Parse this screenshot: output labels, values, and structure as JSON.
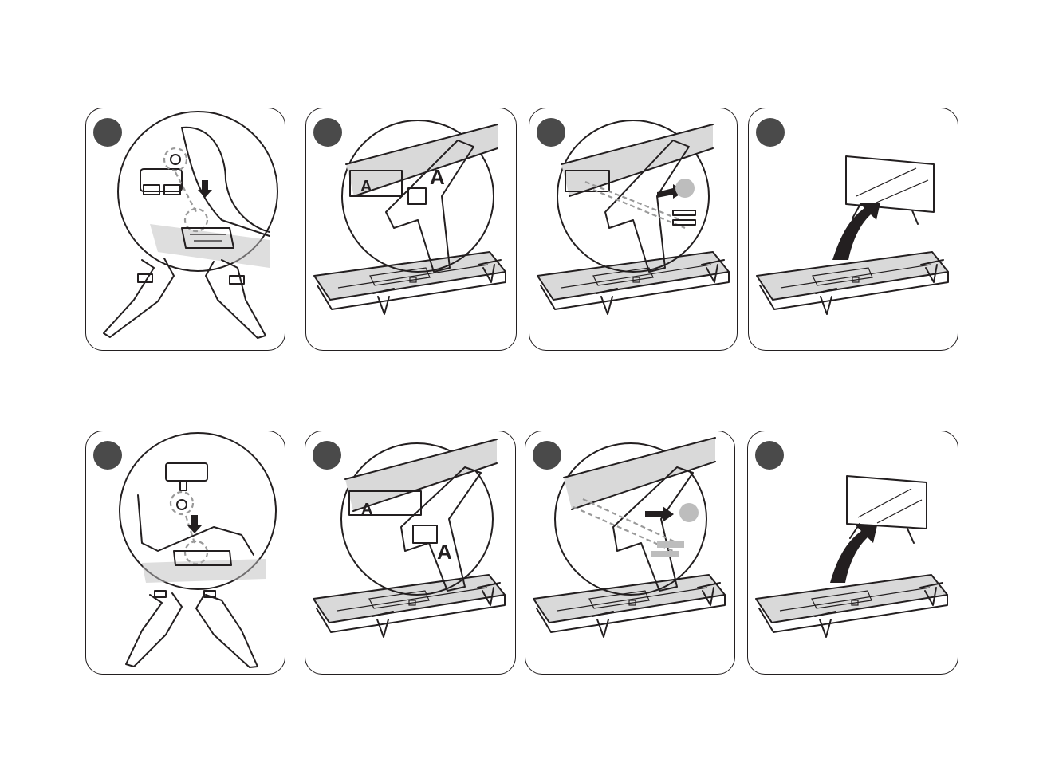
{
  "title": "",
  "labels": {
    "plate_letter": "A",
    "stand_letter": "A"
  },
  "colors": {
    "ink": "#231f20",
    "badge": "#4a4a4a",
    "shade": "#bdbdbd",
    "dash": "#9a9a9a"
  },
  "rows": [
    {
      "name": "row-1",
      "steps": [
        {
          "badge": "",
          "illustration": "attach-rubber-cap-to-stand-foot"
        },
        {
          "badge": "",
          "illustration": "align-stand-with-tv-mount"
        },
        {
          "badge": "",
          "illustration": "insert-screws-into-stand"
        },
        {
          "badge": "",
          "illustration": "lift-tv-upright"
        }
      ]
    },
    {
      "name": "row-2",
      "steps": [
        {
          "badge": "",
          "illustration": "attach-rubber-cap-to-stand-foot"
        },
        {
          "badge": "",
          "illustration": "align-stand-with-tv-mount"
        },
        {
          "badge": "",
          "illustration": "insert-screws-into-stand"
        },
        {
          "badge": "",
          "illustration": "lift-tv-upright"
        }
      ]
    }
  ]
}
